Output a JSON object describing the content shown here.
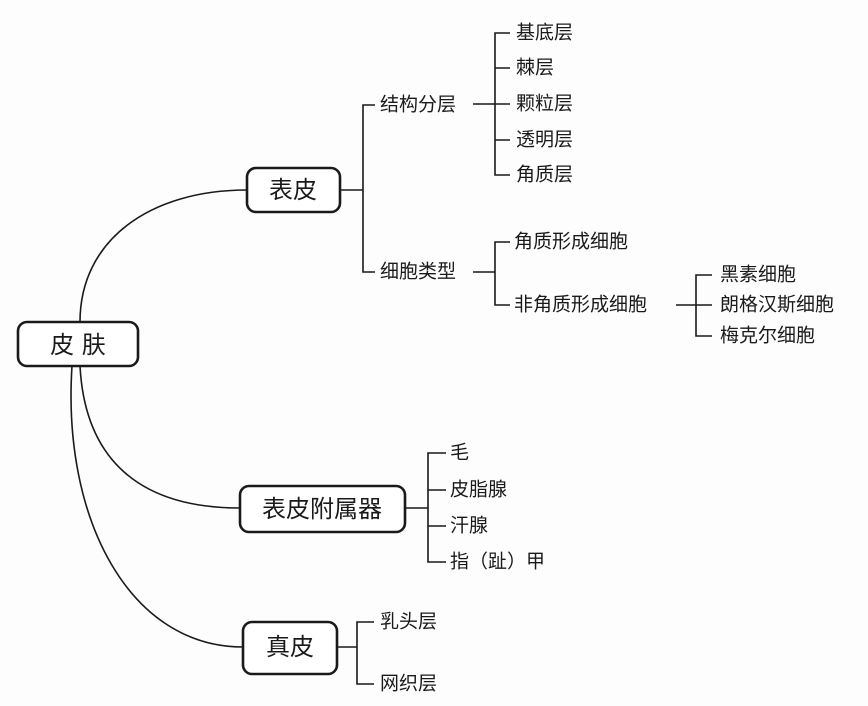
{
  "root": "皮  肤",
  "epidermis": {
    "label": "表皮",
    "structure": {
      "label": "结构分层",
      "items": [
        "基底层",
        "棘层",
        "颗粒层",
        "透明层",
        "角质层"
      ]
    },
    "cell_types": {
      "label": "细胞类型",
      "keratinocyte": "角质形成细胞",
      "non_keratinocyte": {
        "label": "非角质形成细胞",
        "items": [
          "黑素细胞",
          "朗格汉斯细胞",
          "梅克尔细胞"
        ]
      }
    }
  },
  "appendages": {
    "label": "表皮附属器",
    "items": [
      "毛",
      "皮脂腺",
      "汗腺",
      "指（趾）甲"
    ]
  },
  "dermis": {
    "label": "真皮",
    "items": [
      "乳头层",
      "网织层"
    ]
  }
}
